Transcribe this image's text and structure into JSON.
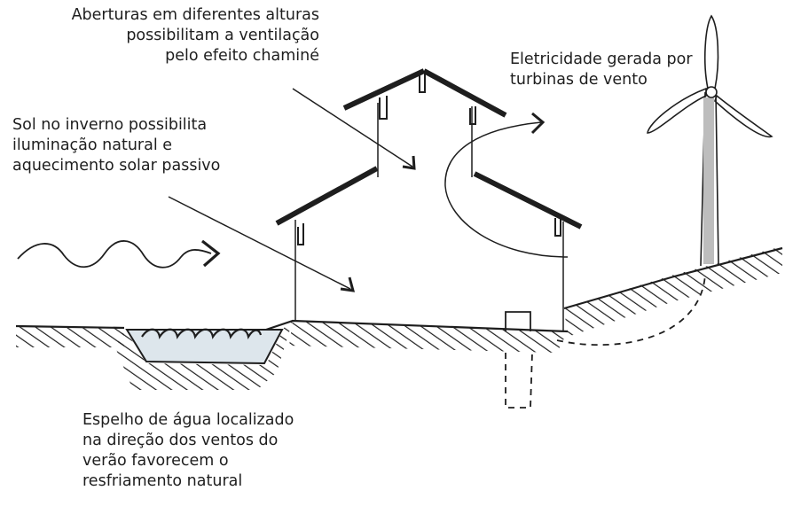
{
  "annotations": {
    "ventilation": {
      "lines": [
        "Aberturas em diferentes alturas",
        "possibilitam a ventilação",
        "pelo efeito chaminé"
      ]
    },
    "wind_power": {
      "lines": [
        "Eletricidade gerada por",
        "turbinas de vento"
      ]
    },
    "winter_sun": {
      "lines": [
        "Sol no inverno possibilita",
        "iluminação natural e",
        "aquecimento solar passivo"
      ]
    },
    "water_mirror": {
      "lines": [
        "Espelho de água localizado",
        "na direção dos ventos do",
        "verão favorecem o",
        "resfriamento natural"
      ]
    }
  },
  "colors": {
    "ink": "#1e1e1e",
    "water": "#dde6ec",
    "background": "#ffffff"
  }
}
